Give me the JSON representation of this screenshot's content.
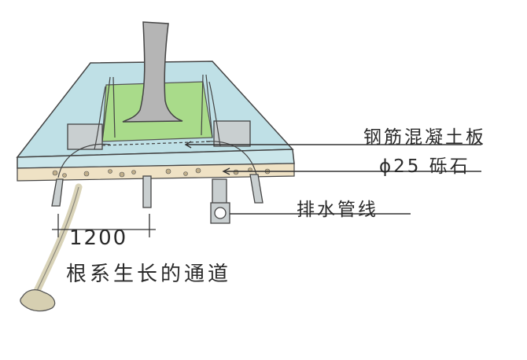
{
  "labels": {
    "slab": "钢筋混凝土板",
    "gravel": "ϕ25 砾石",
    "drain_pipe": "排水管线",
    "dimension": "1200",
    "root_channel": "根系生长的通道"
  },
  "colors": {
    "slab_blue": "#bfe0e6",
    "grass_green": "#a9db8a",
    "trunk_gray": "#b5b5b5",
    "gravel_beige": "#efe2c5",
    "root_sand": "#d6cfb1",
    "ink": "#2a2a2a"
  }
}
